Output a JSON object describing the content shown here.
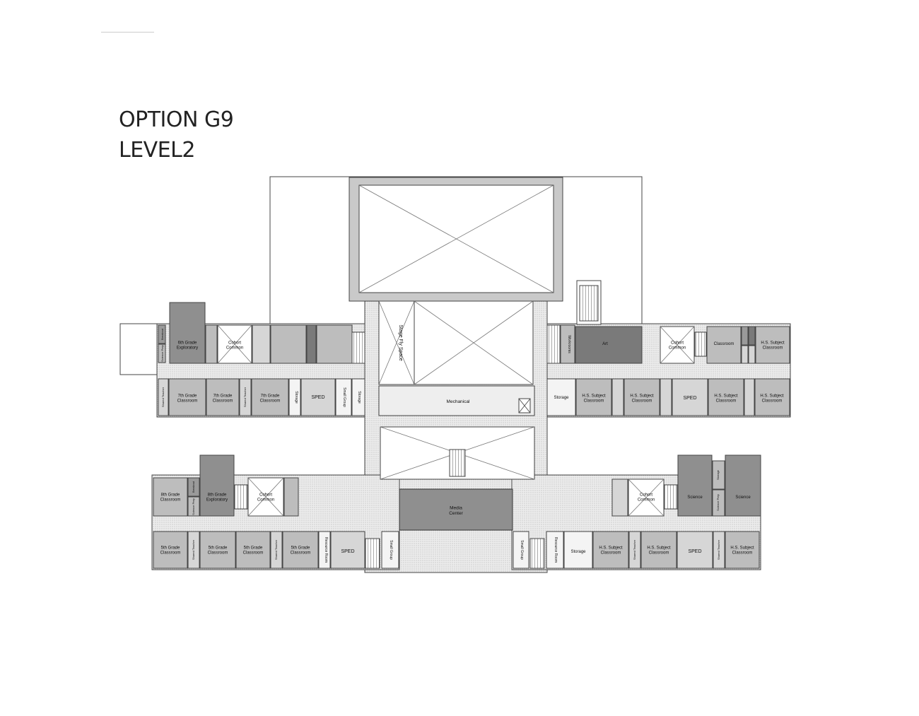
{
  "title": {
    "line1": "OPTION G9",
    "line2": "LEVEL2"
  },
  "colors": {
    "room_dark": "#9a9a9a",
    "room_mid": "#bdbdbd",
    "room_light": "#d6d6d6",
    "room_white": "#f4f4f4",
    "corridor": "#e4e4e4",
    "line": "#444444"
  },
  "labels": {
    "stage_fly_space": "Stage Fly Space",
    "mechanical": "Mechanical",
    "media_center": "Media Center",
    "workrooms": "Workrooms",
    "art": "Art",
    "classroom": "Classroom",
    "grade6_exploratory": "6th Grade Exploratory",
    "grade8_exploratory": "8th Grade Exploratory",
    "grade8_classroom": "8th Grade Classroom",
    "grade7_classroom": "7th Grade Classroom",
    "grade5_classroom": "5th Grade Classroom",
    "hs_subject_classroom": "H.S. Subject Classroom",
    "cohort_common": "Cohort Common",
    "storage": "Storage",
    "sped": "SPED",
    "small_group": "Small Group",
    "resource_room": "Resource Room",
    "shared_teacher": "Shared Teacher",
    "science_prep": "Science Prep",
    "science": "Science",
    "breakout": "Breakout"
  }
}
